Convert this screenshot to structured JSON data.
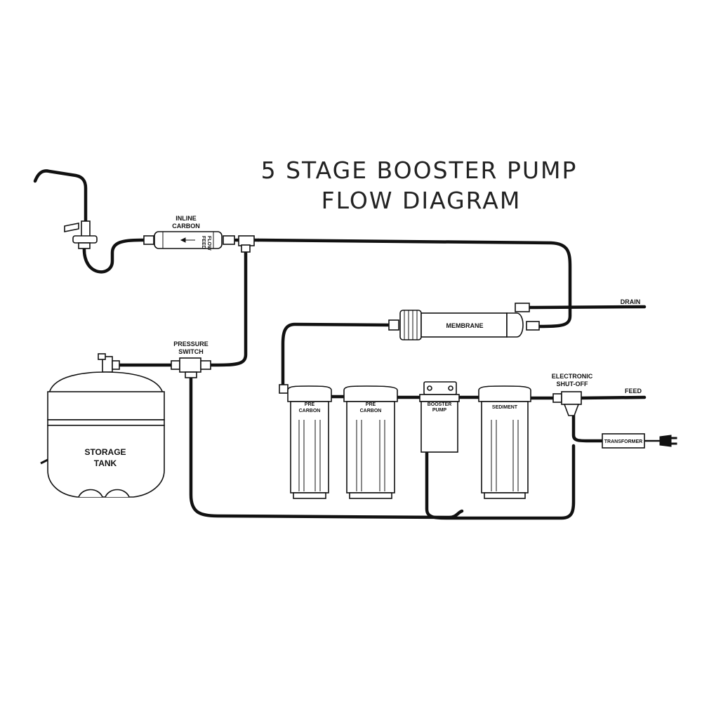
{
  "title": {
    "line1": "5 STAGE BOOSTER PUMP",
    "line2": "FLOW DIAGRAM"
  },
  "labels": {
    "inline_carbon_1": "INLINE",
    "inline_carbon_2": "CARBON",
    "feed_flow_1": "FEED",
    "feed_flow_2": "FLOW",
    "pressure_switch_1": "PRESSURE",
    "pressure_switch_2": "SWITCH",
    "membrane": "MEMBRANE",
    "drain": "DRAIN",
    "feed": "FEED",
    "electronic_shutoff_1": "ELECTRONIC",
    "electronic_shutoff_2": "SHUT-OFF",
    "transformer": "TRANSFORMER",
    "pre_carbon_a_1": "PRE",
    "pre_carbon_a_2": "CARBON",
    "pre_carbon_b_1": "PRE",
    "pre_carbon_b_2": "CARBON",
    "booster_pump_1": "BOOSTER",
    "booster_pump_2": "PUMP",
    "sediment": "SEDIMENT",
    "storage_tank_1": "STORAGE",
    "storage_tank_2": "TANK"
  },
  "icons": [
    "faucet-icon",
    "storage-tank-icon",
    "filter-housing-icon",
    "booster-pump-icon",
    "membrane-housing-icon",
    "transformer-icon",
    "power-plug-icon"
  ]
}
